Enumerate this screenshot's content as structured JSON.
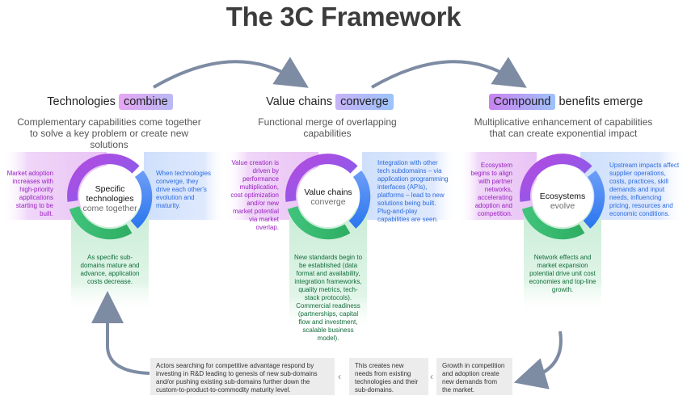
{
  "title": "The 3C Framework",
  "stages": [
    {
      "pre": "Technologies",
      "highlight": "combine",
      "post": "",
      "subtitle": "Complementary capabilities come together to solve a key problem or create new solutions",
      "center_main": "Specific technologies",
      "center_sub": "come together",
      "left_text": "Market adoption increases with high-priority applications starting to be built.",
      "right_text": "When technologies converge, they drive each other's evolution and maturity.",
      "bottom_text": "As specific sub-domains mature and advance, application costs decrease."
    },
    {
      "pre": "Value chains",
      "highlight": "converge",
      "post": "",
      "subtitle": "Functional merge of overlapping capabilities",
      "center_main": "Value chains",
      "center_sub": "converge",
      "left_text": "Value creation is driven by performance multiplication, cost optimization and/or new market potential via market overlap.",
      "right_text": "Integration with other tech subdomains – via application programming interfaces (APIs), platforms – lead to new solutions being built. Plug-and-play capabilities are seen.",
      "bottom_text": "New standards begin to be established (data format and availability, integration frameworks, quality metrics, tech-stack protocols). Commercial readiness (partnerships, capital flow and investment, scalable business model)."
    },
    {
      "pre": "",
      "highlight": "Compound",
      "post": "benefits emerge",
      "subtitle": "Multiplicative enhancement of capabilities that can create exponential impact",
      "center_main": "Ecosystems",
      "center_sub": "evolve",
      "left_text": "Ecosystem begins to align with partner networks, accelerating adoption and competition.",
      "right_text": "Upstream impacts affect supplier operations, costs, practices, skill demands and input needs, influencing pricing, resources and economic conditions.",
      "bottom_text": "Network effects and market expansion potential drive unit cost economies and top-line growth."
    }
  ],
  "feedback": [
    "Growth in competition and adoption create new demands from the market.",
    "This creates new needs from existing technologies and their sub-domains.",
    "Actors searching for competitive advantage respond by investing in R&D leading to genesis of new sub-domains and/or pushing existing sub-domains further down the custom-to-product-to-commodity maturity level."
  ],
  "colors": {
    "purple": "#a52fd0",
    "blue": "#4f8ef7",
    "green": "#2fae63",
    "arrow": "#7d8ba3"
  }
}
